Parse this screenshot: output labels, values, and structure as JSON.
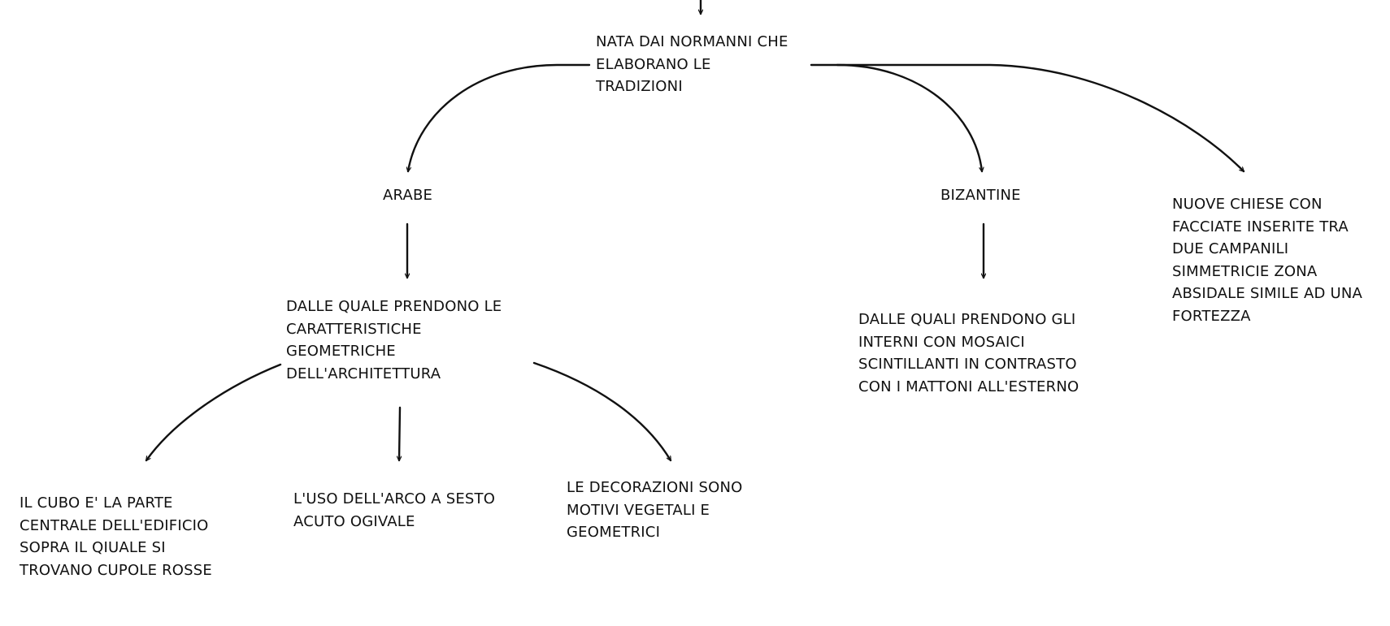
{
  "nodes": {
    "normanni": "NATA DAI NORMANNI CHE\nELABORANO LE\nTRADIZIONI",
    "arabe": "ARABE",
    "bizantine": "BIZANTINE",
    "nuove_chiese": "NUOVE CHIESE CON\nFACCIATE INSERITE TRA\nDUE CAMPANILI\nSIMMETRICIE ZONA\nABSIDALE SIMILE AD UNA\nFORTEZZA",
    "arabe_caratteristiche": "DALLE QUALE PRENDONO LE\nCARATTERISTICHE\nGEOMETRICHE\nDELL'ARCHITETTURA",
    "bizantine_interni": "DALLE QUALI PRENDONO GLI\nINTERNI CON MOSAICI\nSCINTILLANTI IN CONTRASTO\nCON I MATTONI ALL'ESTERNO",
    "cubo": "IL CUBO E' LA PARTE\nCENTRALE DELL'EDIFICIO\nSOPRA IL QIUALE SI\nTROVANO CUPOLE ROSSE",
    "arco": "L'USO DELL'ARCO A SESTO\nACUTO OGIVALE",
    "decorazioni": "LE DECORAZIONI SONO\nMOTIVI VEGETALI E\nGEOMETRICI"
  },
  "style": {
    "ink_color": "#111111",
    "background_color": "#ffffff"
  }
}
